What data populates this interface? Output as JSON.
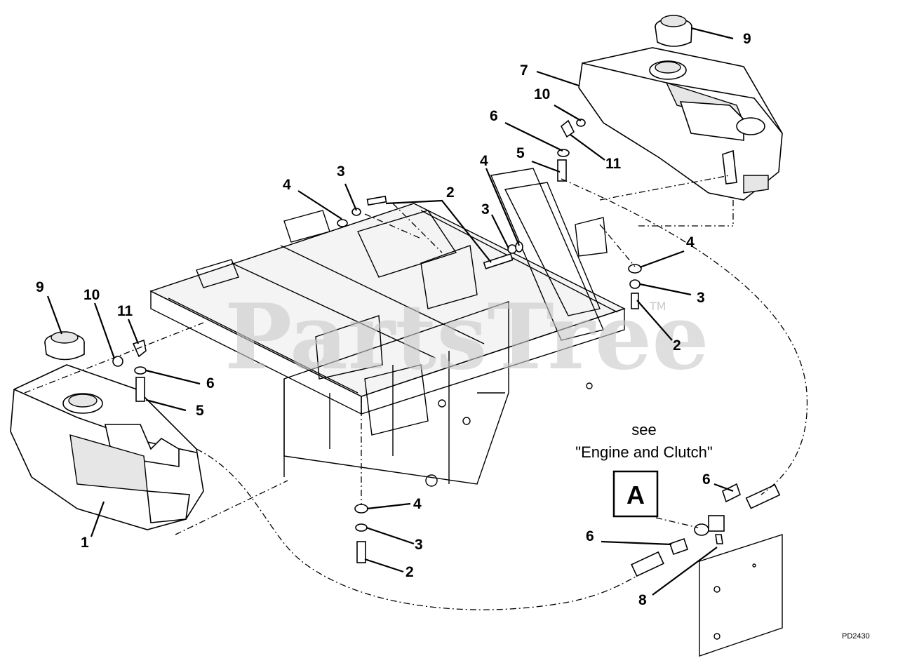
{
  "diagram": {
    "drawing_code": "PD2430",
    "watermark": "PartsTree",
    "watermark_tm": "TM",
    "see_note": {
      "line1": "see",
      "line2": "\"Engine and Clutch\""
    },
    "reference_box": "A",
    "callouts": [
      "9",
      "7",
      "10",
      "6",
      "11",
      "5",
      "3",
      "4",
      "2",
      "3",
      "4",
      "4",
      "3",
      "2",
      "9",
      "10",
      "11",
      "6",
      "5",
      "1",
      "4",
      "3",
      "2",
      "6",
      "6",
      "8"
    ]
  }
}
